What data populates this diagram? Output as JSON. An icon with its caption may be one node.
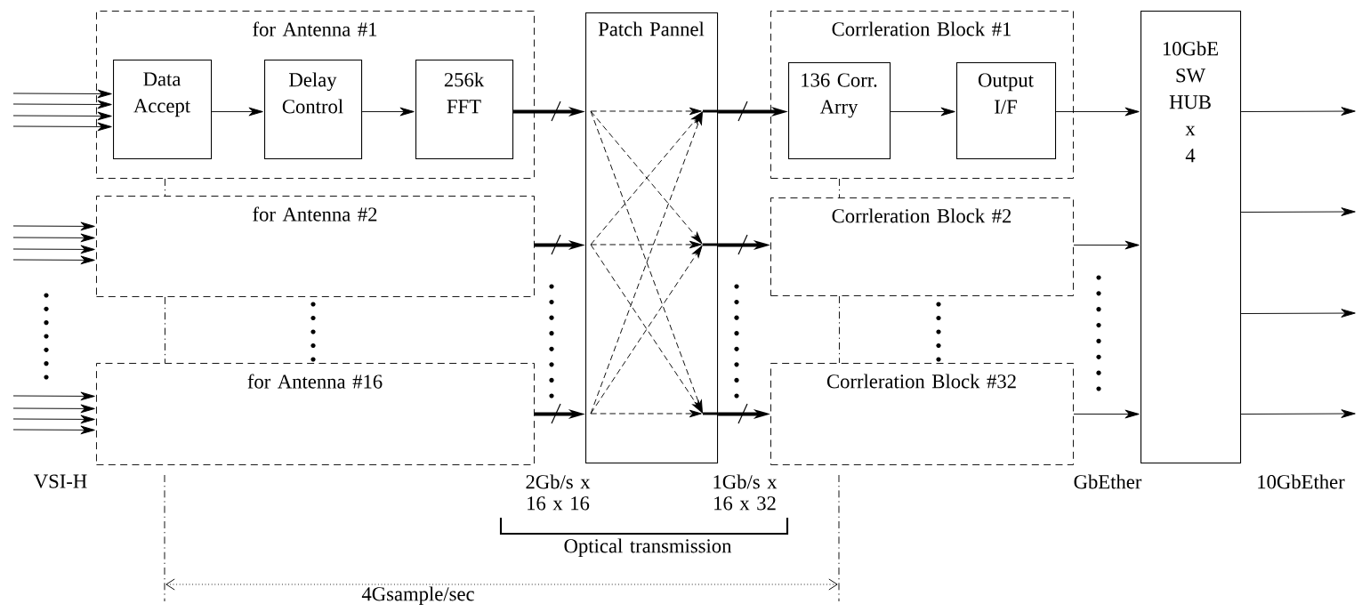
{
  "diagram": {
    "nodes": [
      {
        "text": [
          "for Antenna #1"
        ]
      },
      {
        "text": [
          "Data Accept"
        ],
        "in": 0
      },
      {
        "text": [
          "Delay Control"
        ],
        "in": 0
      },
      {
        "text": [
          "256k FFT"
        ],
        "in": 0
      },
      {
        "text": [
          "for Antenna #2"
        ]
      },
      {
        "text": [
          "for Antenna #16"
        ]
      },
      {
        "text": [
          "Patch Pannel"
        ]
      },
      {
        "text": [
          "Corrleration Block #1"
        ]
      },
      {
        "text": [
          "136 Corr. Arry"
        ],
        "in": 7
      },
      {
        "text": [
          "Output I/F"
        ],
        "in": 7
      },
      {
        "text": [
          "Corrleration Block #2"
        ]
      },
      {
        "text": [
          "Corrleration Block #32"
        ]
      },
      {
        "text": [
          "10GbE SW HUB x 4"
        ]
      }
    ],
    "edges": [
      {
        "from": 1,
        "to": 2,
        "arrow": "to"
      },
      {
        "from": 2,
        "to": 3,
        "arrow": "to"
      },
      {
        "from": 3,
        "to": 6,
        "arrow": "to",
        "style": "thick"
      },
      {
        "from": 4,
        "to": 6,
        "arrow": "to",
        "style": "thick"
      },
      {
        "from": 5,
        "to": 6,
        "arrow": "to",
        "style": "thick"
      },
      {
        "from": 6,
        "to": 8,
        "arrow": "to",
        "style": "thick"
      },
      {
        "from": 6,
        "to": 10,
        "arrow": "to",
        "style": "thick"
      },
      {
        "from": 6,
        "to": 11,
        "arrow": "to",
        "style": "thick"
      },
      {
        "from": 8,
        "to": 9,
        "arrow": "to"
      },
      {
        "from": 9,
        "to": 12,
        "arrow": "to"
      },
      {
        "from": 10,
        "to": 12,
        "arrow": "to"
      },
      {
        "from": 11,
        "to": 12,
        "arrow": "to"
      },
      {
        "from": 12,
        "to": null,
        "arrow": "to"
      },
      {
        "from": 12,
        "to": null,
        "arrow": "to"
      },
      {
        "from": 12,
        "to": null,
        "arrow": "to"
      },
      {
        "from": 12,
        "to": null,
        "arrow": "to"
      },
      {
        "from": null,
        "to": 1,
        "arrow": "to"
      },
      {
        "from": null,
        "to": 1,
        "arrow": "to"
      },
      {
        "from": null,
        "to": 1,
        "arrow": "to"
      },
      {
        "from": null,
        "to": 1,
        "arrow": "to"
      },
      {
        "from": null,
        "to": 4,
        "arrow": "to"
      },
      {
        "from": null,
        "to": 4,
        "arrow": "to"
      },
      {
        "from": null,
        "to": 4,
        "arrow": "to"
      },
      {
        "from": null,
        "to": 4,
        "arrow": "to"
      },
      {
        "from": null,
        "to": 5,
        "arrow": "to"
      },
      {
        "from": null,
        "to": 5,
        "arrow": "to"
      },
      {
        "from": null,
        "to": 5,
        "arrow": "to"
      },
      {
        "from": null,
        "to": 5,
        "arrow": "to"
      },
      {
        "from": 0,
        "to": 4,
        "arrow": "none",
        "style": "dashed"
      },
      {
        "from": 4,
        "to": 5,
        "arrow": "none",
        "style": "dashed"
      },
      {
        "from": 7,
        "to": 10,
        "arrow": "none",
        "style": "dashed"
      },
      {
        "from": 10,
        "to": 11,
        "arrow": "none",
        "style": "dashed"
      }
    ],
    "labels": [
      "VSI-H",
      "2Gb/s x 16 x 16",
      "1Gb/s x 16 x 32",
      "GbEther",
      "10GbEther",
      "Optical transmission",
      "4Gsample/sec"
    ]
  }
}
